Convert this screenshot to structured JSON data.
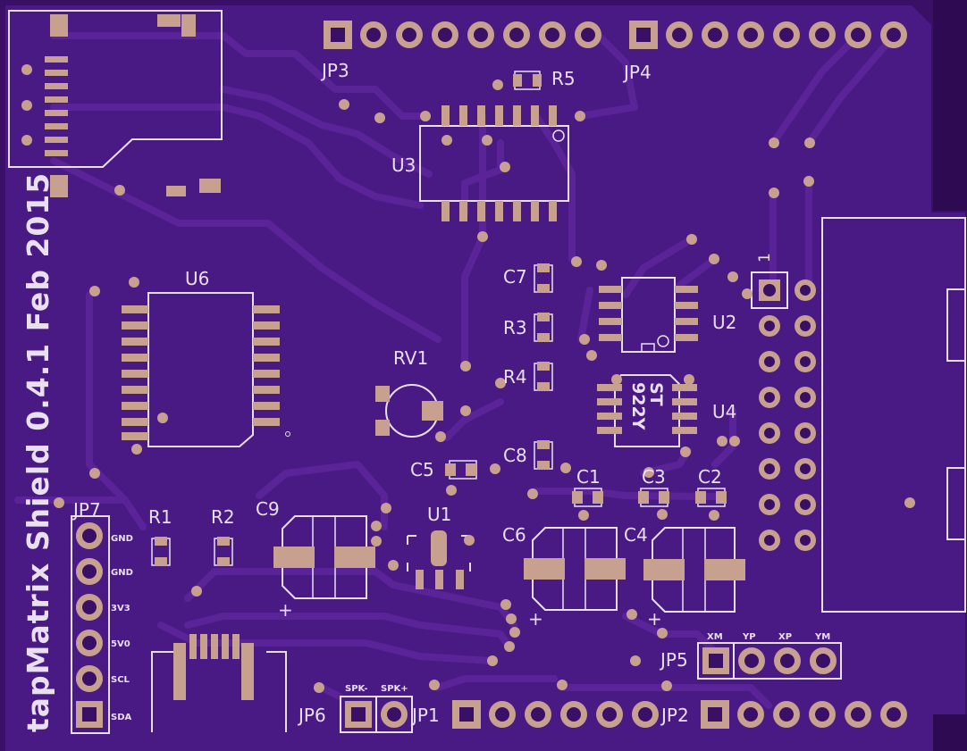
{
  "board": {
    "title": "tapMatrix Shield 0.4.1 Feb 2015",
    "colors": {
      "board": "#4a1a84",
      "edge": "#2a0a4a",
      "trace": "#5a2498",
      "silk": "#e8e0f0",
      "pad": "#c8a090",
      "hole": "#3a0f66"
    }
  },
  "labels": {
    "jp3": "JP3",
    "jp4": "JP4",
    "r5": "R5",
    "u3": "U3",
    "u6": "U6",
    "c7": "C7",
    "r3": "R3",
    "r4": "R4",
    "rv1": "RV1",
    "u2": "U2",
    "u4": "U4",
    "c8": "C8",
    "c5": "C5",
    "c1": "C1",
    "c3": "C3",
    "c2": "C2",
    "jp7": "JP7",
    "r1": "R1",
    "r2": "R2",
    "c9": "C9",
    "u1": "U1",
    "c6": "C6",
    "c4": "C4",
    "jp5": "JP5",
    "jp6": "JP6",
    "jp1": "JP1",
    "jp2": "JP2",
    "one": "1",
    "chip_mark_a": "ST",
    "chip_mark_b": "922Y",
    "plus_c9": "+",
    "plus_c6": "+",
    "plus_c4": "+"
  },
  "jp7_pins": [
    "GND",
    "GND",
    "3V3",
    "5V0",
    "SCL",
    "SDA"
  ],
  "jp5_pins": [
    "XM",
    "YP",
    "XP",
    "YM"
  ],
  "jp6_pins": [
    "SPK-",
    "SPK+"
  ]
}
